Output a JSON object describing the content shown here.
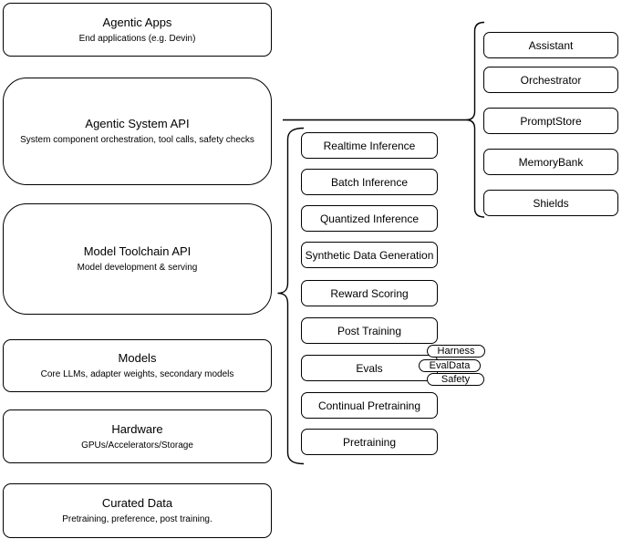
{
  "colors": {
    "stroke": "#000000",
    "node_fill": "#FFFFFF",
    "text": "#000000",
    "background": "#FFFFFF"
  },
  "left_stack": [
    {
      "title": "Agentic Apps",
      "subtitle": "End applications (e.g. Devin)"
    },
    {
      "title": "Agentic System API",
      "subtitle": "System component orchestration, tool calls, safety checks"
    },
    {
      "title": "Model Toolchain API",
      "subtitle": "Model development & serving"
    },
    {
      "title": "Models",
      "subtitle": "Core LLMs, adapter weights, secondary models"
    },
    {
      "title": "Hardware",
      "subtitle": "GPUs/Accelerators/Storage"
    },
    {
      "title": "Curated Data",
      "subtitle": "Pretraining, preference, post training."
    }
  ],
  "toolchain_stack": [
    "Realtime Inference",
    "Batch Inference",
    "Quantized Inference",
    "Synthetic Data Generation",
    "Reward Scoring",
    "Post Training",
    "Evals",
    "Continual Pretraining",
    "Pretraining"
  ],
  "eval_tags": [
    "Harness",
    "EvalData",
    "Safety"
  ],
  "system_stack": [
    "Assistant",
    "Orchestrator",
    "PromptStore",
    "MemoryBank",
    "Shields"
  ]
}
